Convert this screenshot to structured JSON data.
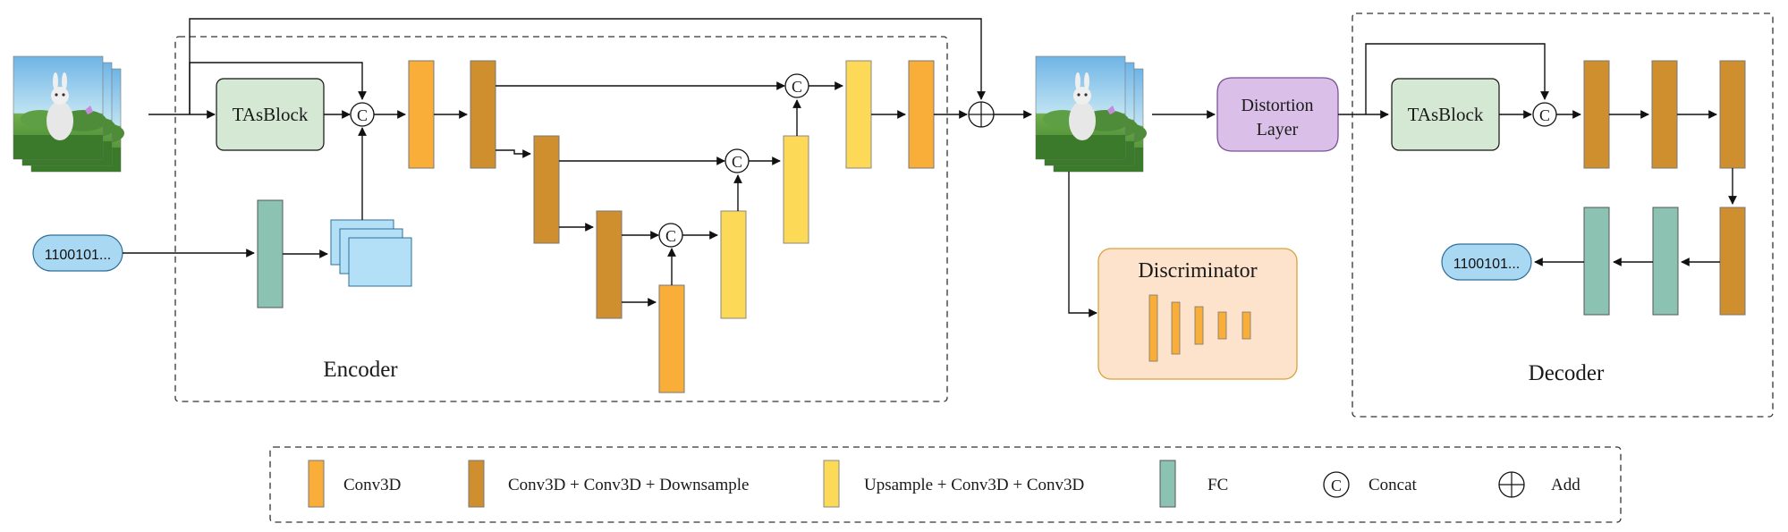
{
  "colors": {
    "conv3d": "#F9AE3A",
    "conv3d_down": "#CF8F2E",
    "upsample": "#FCD957",
    "fc": "#8CC2B2",
    "tasblock": "#D5E8D4",
    "distortion": "#DAC0E8",
    "discriminator": "#FDE3CB",
    "bits": "#A9D8F2",
    "feature": "#B3E0F7",
    "stroke": "#111111"
  },
  "encoder": {
    "label": "Encoder",
    "tasblock": "TAsBlock",
    "bits": "1100101..."
  },
  "distortion": {
    "line1": "Distortion",
    "line2": "Layer"
  },
  "discriminator": {
    "label": "Discriminator"
  },
  "decoder": {
    "label": "Decoder",
    "tasblock": "TAsBlock",
    "bits": "1100101..."
  },
  "concat_symbol": "C",
  "legend": {
    "items": [
      {
        "kind": "conv3d",
        "label": "Conv3D"
      },
      {
        "kind": "conv3d_down",
        "label": "Conv3D + Conv3D + Downsample"
      },
      {
        "kind": "upsample",
        "label": "Upsample + Conv3D + Conv3D"
      },
      {
        "kind": "fc",
        "label": "FC"
      },
      {
        "kind": "concat",
        "label": "Concat"
      },
      {
        "kind": "add",
        "label": "Add"
      }
    ]
  },
  "icons": {
    "video_frames": "video-frames-icon"
  }
}
